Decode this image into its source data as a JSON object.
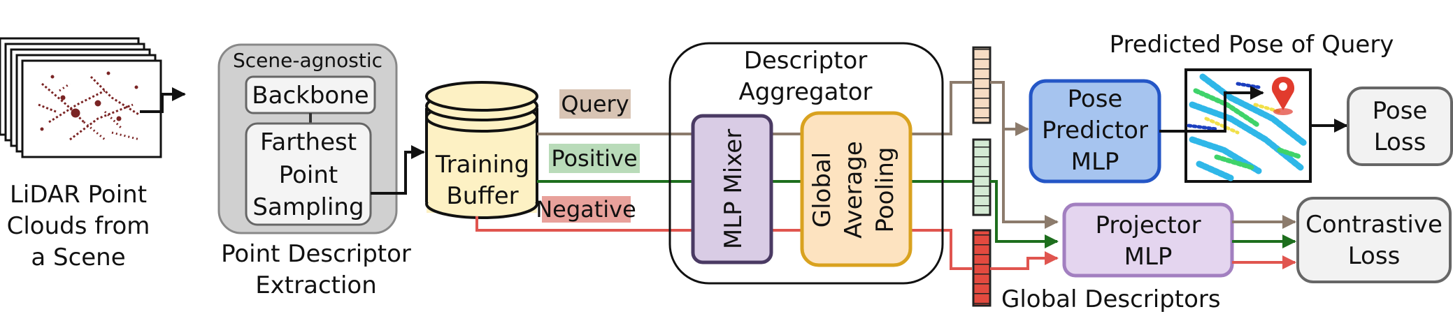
{
  "inputs": {
    "lidar_caption": [
      "LiDAR Point",
      "Clouds from",
      "a Scene"
    ]
  },
  "extraction": {
    "header": "Scene-agnostic",
    "backbone": "Backbone",
    "fps": [
      "Farthest",
      "Point",
      "Sampling"
    ],
    "caption": [
      "Point Descriptor",
      "Extraction"
    ]
  },
  "buffer": {
    "label": [
      "Training",
      "Buffer"
    ]
  },
  "streams": {
    "query": "Query",
    "positive": "Positive",
    "negative": "Negative"
  },
  "aggregator": {
    "title": [
      "Descriptor",
      "Aggregator"
    ],
    "mixer": "MLP Mixer",
    "pooling": [
      "Global",
      "Average",
      "Pooling"
    ]
  },
  "descriptors_caption": "Global Descriptors",
  "pose": {
    "predictor": [
      "Pose",
      "Predictor",
      "MLP"
    ],
    "map_title": "Predicted Pose of Query",
    "loss": [
      "Pose",
      "Loss"
    ]
  },
  "contrast": {
    "projector": [
      "Projector",
      "MLP"
    ],
    "loss": [
      "Contrastive",
      "Loss"
    ]
  },
  "colors": {
    "query": "#8c7b6c",
    "positive": "#1d6e1d",
    "negative": "#e0554f",
    "query_tag_bg": "#d8c4b4",
    "positive_tag_bg": "#b9dbb9",
    "negative_tag_bg": "#e8a19b",
    "buffer_fill": "#fdf1c4",
    "pooling_fill": "#fde3c0",
    "pooling_stroke": "#d9a21f",
    "mixer_fill": "#d9cce5",
    "mixer_stroke": "#4a3a63",
    "predictor_fill": "#a6c4ef",
    "predictor_stroke": "#2456c6",
    "projector_fill": "#e4d5ef",
    "projector_stroke": "#a27fc0",
    "extraction_fill": "#d0d0d0",
    "pin": "#e13b2d"
  }
}
